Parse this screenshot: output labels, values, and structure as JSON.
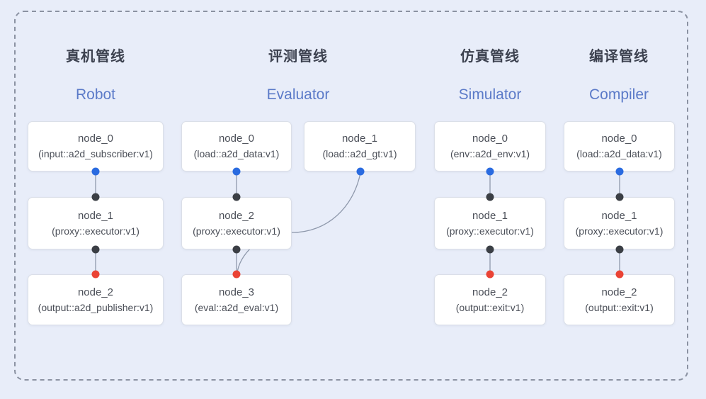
{
  "diagram": {
    "frame": {
      "style": "dashed"
    },
    "colors": {
      "background": "#e8edf9",
      "frame_border": "#8b92a2",
      "box_fill": "#ffffff",
      "box_border": "#dbdfe8",
      "connector_line": "#8f99ac",
      "dot_blue": "#2a6be0",
      "dot_black": "#3b3f45",
      "dot_red": "#ea4335",
      "title_zh_color": "#3d4250",
      "title_en_color": "#5b7ac8",
      "node_text_color": "#4b4f58"
    },
    "pipelines": [
      {
        "title_zh": "真机管线",
        "title_en": "Robot",
        "nodes": [
          {
            "name": "node_0",
            "impl": "(input::a2d_subscriber:v1)"
          },
          {
            "name": "node_1",
            "impl": "(proxy::executor:v1)"
          },
          {
            "name": "node_2",
            "impl": "(output::a2d_publisher:v1)"
          }
        ]
      },
      {
        "title_zh": "评测管线",
        "title_en": "Evaluator",
        "nodes": [
          {
            "name": "node_0",
            "impl": "(load::a2d_data:v1)"
          },
          {
            "name": "node_1",
            "impl": "(load::a2d_gt:v1)"
          },
          {
            "name": "node_2",
            "impl": "(proxy::executor:v1)"
          },
          {
            "name": "node_3",
            "impl": "(eval::a2d_eval:v1)"
          }
        ]
      },
      {
        "title_zh": "仿真管线",
        "title_en": "Simulator",
        "nodes": [
          {
            "name": "node_0",
            "impl": "(env::a2d_env:v1)"
          },
          {
            "name": "node_1",
            "impl": "(proxy::executor:v1)"
          },
          {
            "name": "node_2",
            "impl": "(output::exit:v1)"
          }
        ]
      },
      {
        "title_zh": "编译管线",
        "title_en": "Compiler",
        "nodes": [
          {
            "name": "node_0",
            "impl": "(load::a2d_data:v1)"
          },
          {
            "name": "node_1",
            "impl": "(proxy::executor:v1)"
          },
          {
            "name": "node_2",
            "impl": "(output::exit:v1)"
          }
        ]
      }
    ]
  }
}
